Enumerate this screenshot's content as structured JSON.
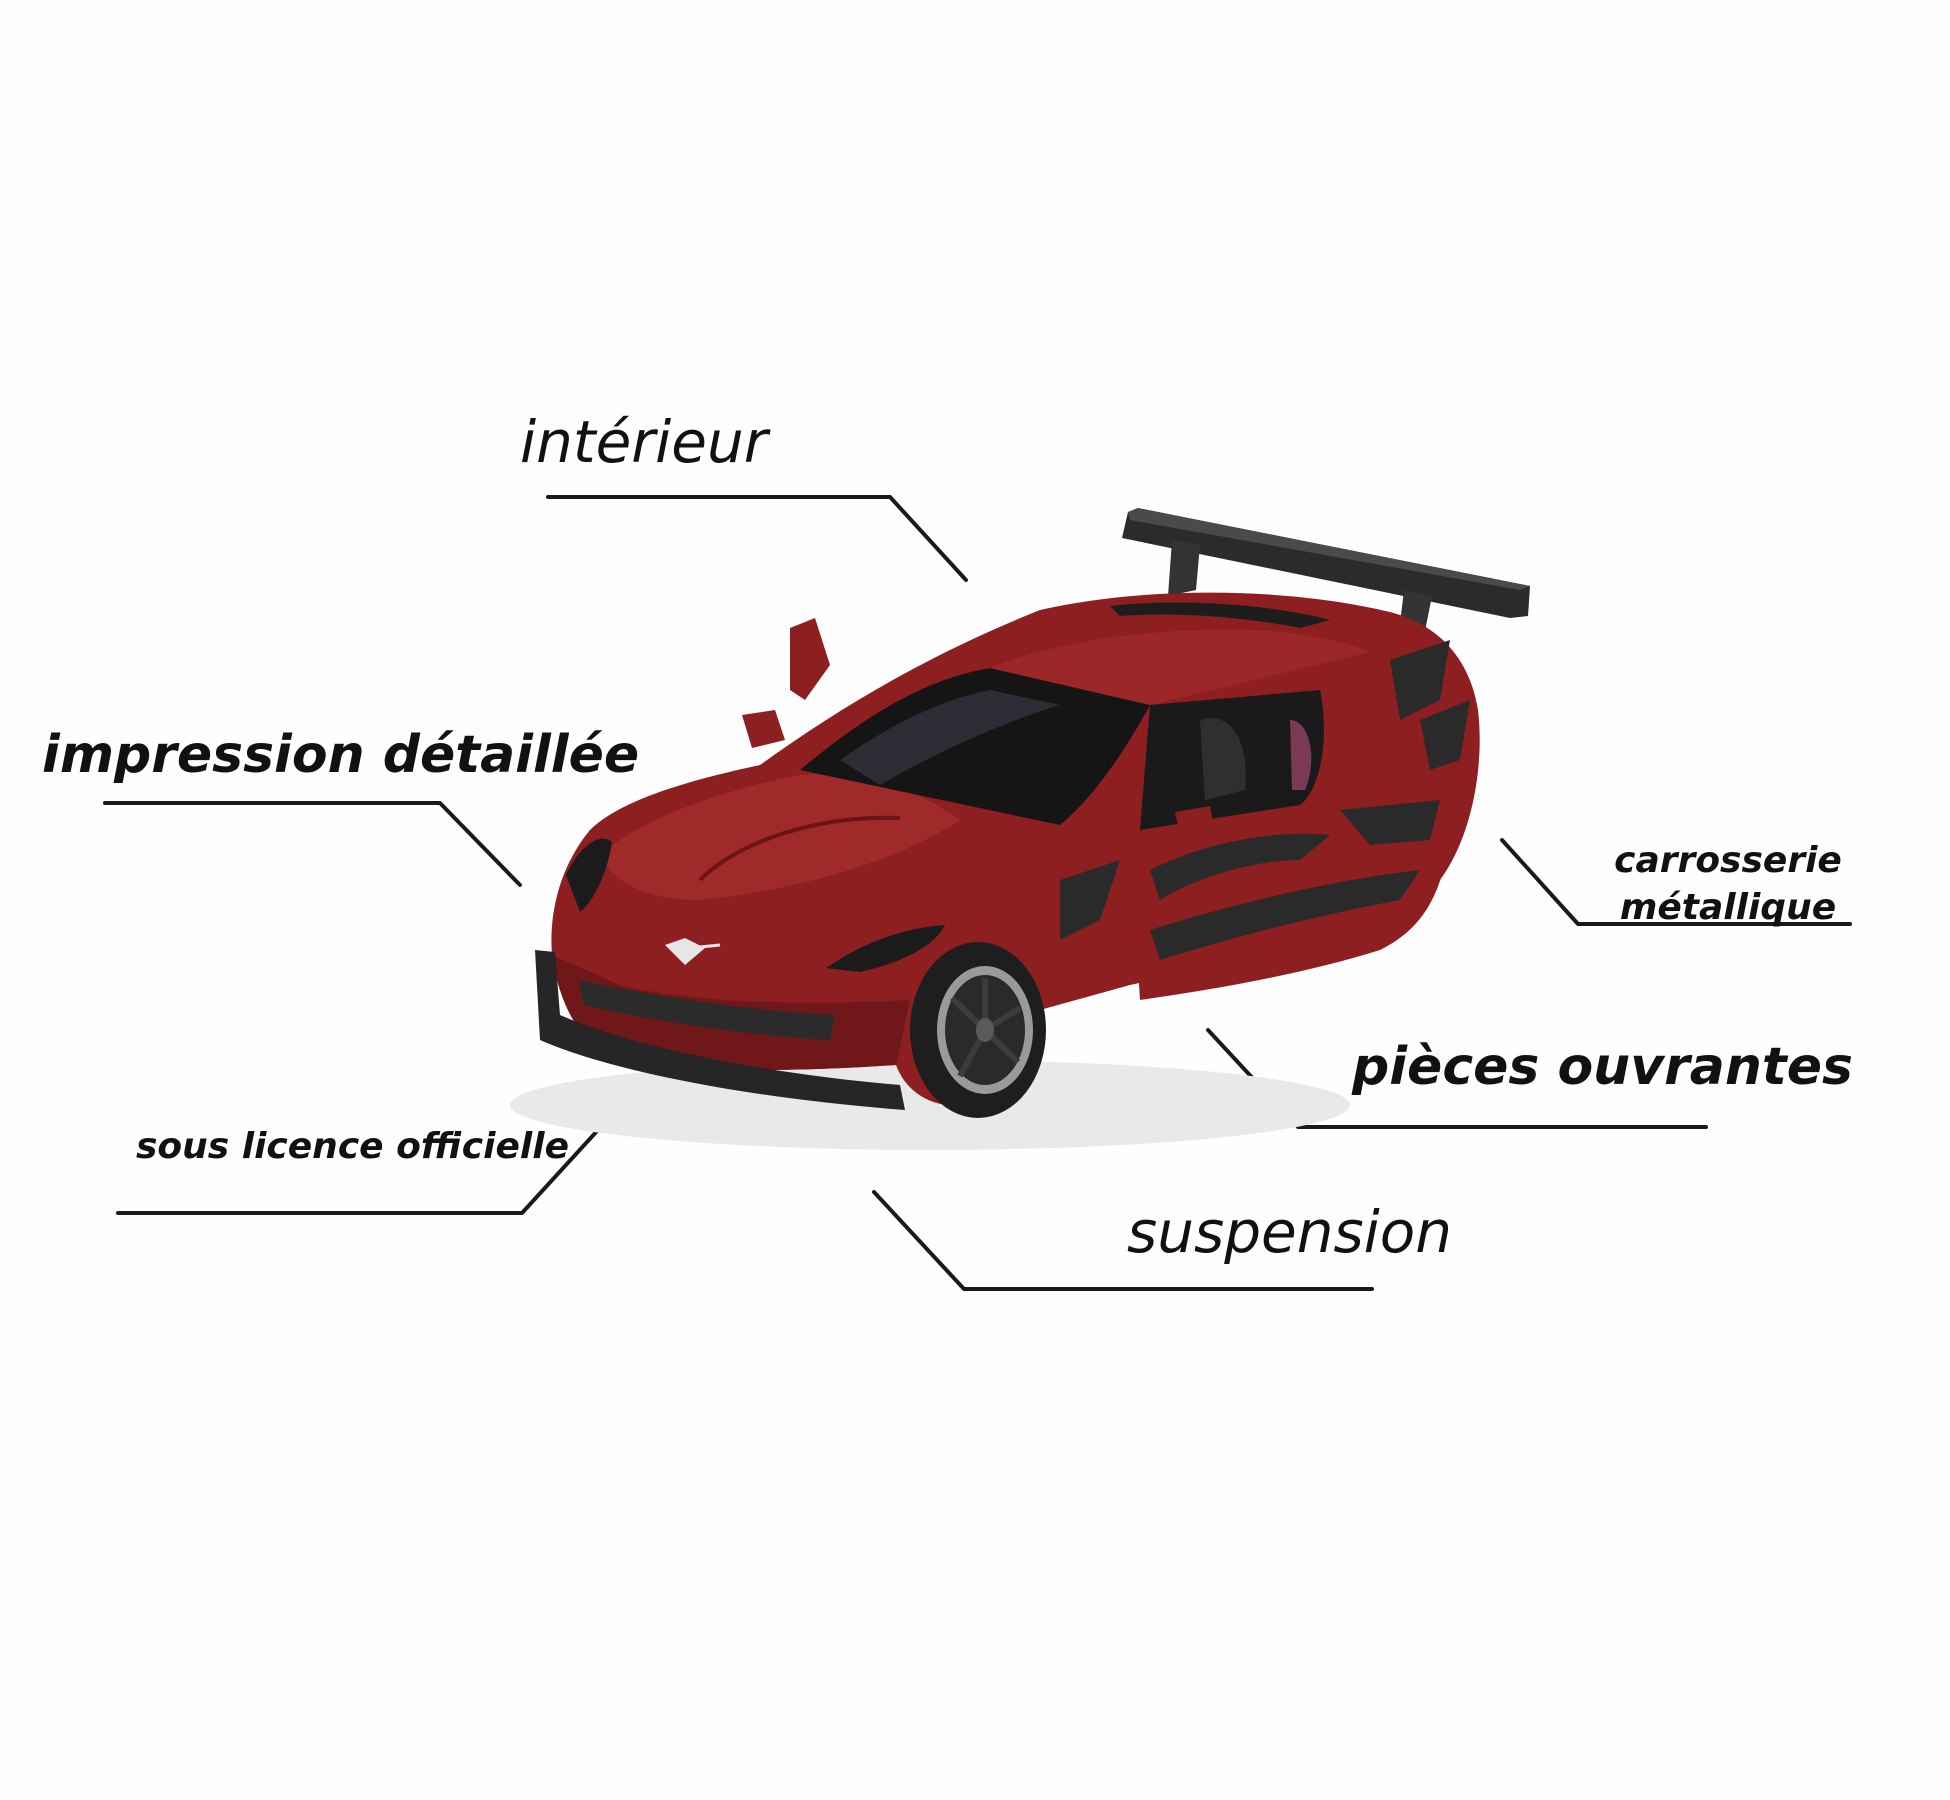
{
  "callouts": {
    "interieur": "intérieur",
    "impression": "impression détaillée",
    "carrosserie_line1": "carrosserie",
    "carrosserie_line2": "métallique",
    "pieces": "pièces ouvrantes",
    "licence": "sous licence officielle",
    "suspension": "suspension"
  },
  "car": {
    "body_color": "#8e1f20",
    "body_shadow": "#5e1214",
    "accent_color": "#2a2a2a",
    "tire_color": "#1e1e1e",
    "rim_color": "#9a9a9a"
  },
  "leader_color": "#1a1a1a"
}
